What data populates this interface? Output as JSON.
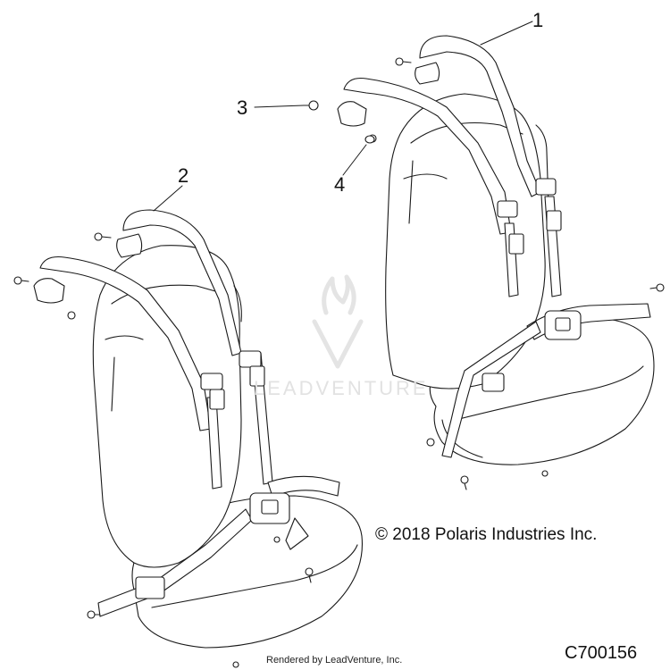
{
  "callouts": {
    "one": "1",
    "two": "2",
    "three": "3",
    "four": "4"
  },
  "copyright": "© 2018 Polaris Industries Inc.",
  "footer": "Rendered by LeadVenture, Inc.",
  "figure_code": "C700156",
  "watermark": "LEADVENTURE",
  "colors": {
    "line": "#1a1a1a",
    "part_fill": "#ffffff",
    "watermark": "#e2e2e2"
  },
  "icons": {
    "watermark_logo": "flame-v-logo"
  }
}
